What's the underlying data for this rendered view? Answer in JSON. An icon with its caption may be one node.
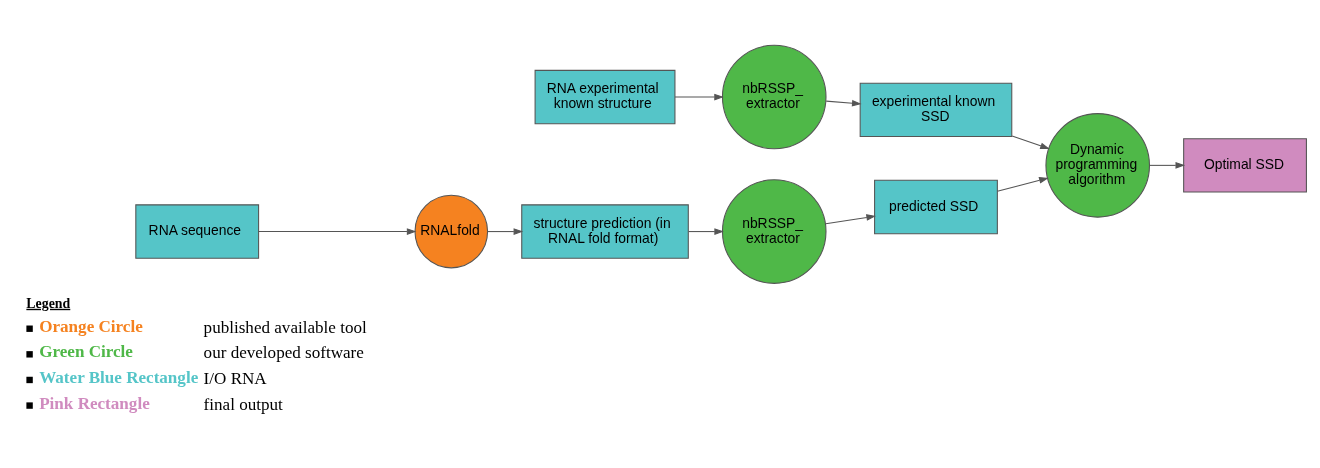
{
  "diagram": {
    "nodes": [
      {
        "text": [
          "RNA experimental known structure"
        ]
      },
      {
        "text": [
          "nbRSSP_ extractor"
        ]
      },
      {
        "text": [
          "experimental known SSD"
        ]
      },
      {
        "text": [
          "RNA sequence"
        ]
      },
      {
        "text": [
          "RNALfold"
        ]
      },
      {
        "text": [
          "structure prediction (in RNAL fold format)"
        ]
      },
      {
        "text": [
          "nbRSSP_ extractor"
        ]
      },
      {
        "text": [
          "predicted SSD"
        ]
      },
      {
        "text": [
          "Dynamic programming algorithm"
        ]
      },
      {
        "text": [
          "Optimal SSD"
        ]
      }
    ],
    "edges": [
      {
        "from": 0,
        "to": 1,
        "arrow": "to"
      },
      {
        "from": 1,
        "to": 2,
        "arrow": "to"
      },
      {
        "from": 2,
        "to": 8,
        "arrow": "to"
      },
      {
        "from": 3,
        "to": 4,
        "arrow": "to"
      },
      {
        "from": 4,
        "to": 5,
        "arrow": "to"
      },
      {
        "from": 5,
        "to": 6,
        "arrow": "to"
      },
      {
        "from": 6,
        "to": 7,
        "arrow": "to"
      },
      {
        "from": 7,
        "to": 8,
        "arrow": "to"
      },
      {
        "from": 8,
        "to": 9,
        "arrow": "to"
      }
    ],
    "labels": [
      "Legend",
      "published available tool",
      "our developed software",
      "I/O RNA",
      "final output"
    ],
    "legend": [
      {
        "text": "Orange Circle",
        "color": "#f58220"
      },
      {
        "text": "Green Circle",
        "color": "#4fb848"
      },
      {
        "text": "Water Blue Rectangle",
        "color": "#55c5c8"
      },
      {
        "text": "Pink Rectangle",
        "color": "#d08bbf"
      }
    ]
  }
}
